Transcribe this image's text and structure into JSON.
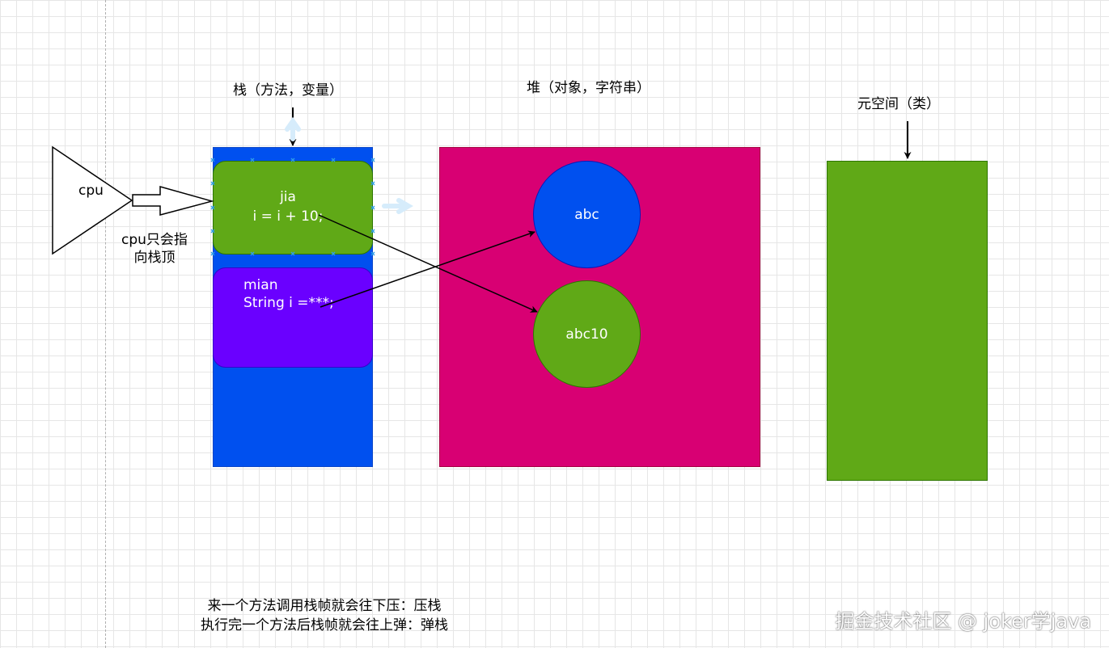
{
  "stack": {
    "title": "栈（方法，变量）",
    "frames": [
      {
        "name": "jia",
        "code": "i = i + 10;"
      },
      {
        "name": "mian",
        "code": "String i =***;"
      }
    ],
    "colors": {
      "stack": "#0050ef",
      "jia": "#60a917",
      "mian": "#6a00ff"
    }
  },
  "heap": {
    "title": "堆（对象，字符串）",
    "objects": [
      "abc",
      "abc10"
    ],
    "color": "#d80073"
  },
  "metaspace": {
    "title": "元空间（类）",
    "color": "#60a917"
  },
  "cpu": {
    "label": "cpu",
    "note_line1": "cpu只会指",
    "note_line2": "向栈顶"
  },
  "notes": {
    "push": "来一个方法调用栈帧就会往下压：压栈",
    "pop": "执行完一个方法后栈帧就会往上弹：弹栈"
  },
  "watermark": "掘金技术社区 @ joker学java"
}
